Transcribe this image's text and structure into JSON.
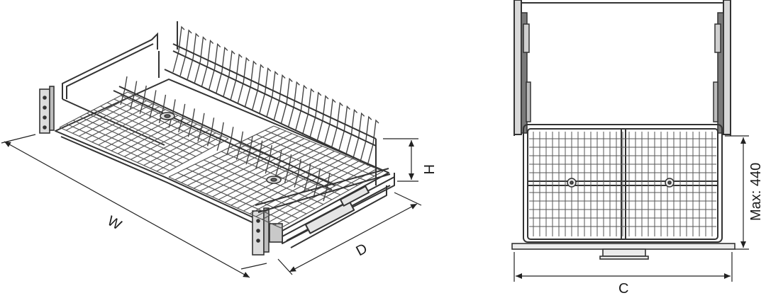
{
  "labels": {
    "width": "W",
    "depth": "D",
    "height": "H",
    "clearance": "C",
    "max_height": "Max: 440"
  },
  "colors": {
    "line": "#333333",
    "wire": "#555555",
    "panel": "#9a9a9a",
    "dark": "#4a4a4a"
  }
}
